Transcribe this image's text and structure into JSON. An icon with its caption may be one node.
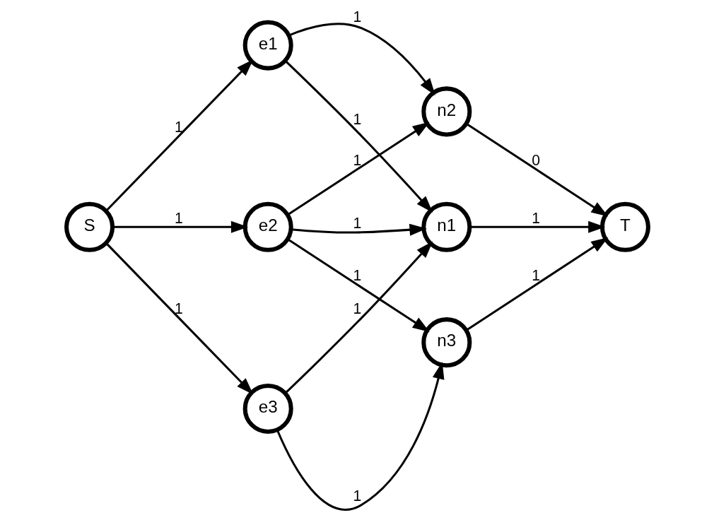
{
  "diagram": {
    "nodes": [
      {
        "text": [
          "S"
        ]
      },
      {
        "text": [
          "e1"
        ]
      },
      {
        "text": [
          "e2"
        ]
      },
      {
        "text": [
          "e3"
        ]
      },
      {
        "text": [
          "n1"
        ]
      },
      {
        "text": [
          "n2"
        ]
      },
      {
        "text": [
          "n3"
        ]
      },
      {
        "text": [
          "T"
        ]
      }
    ],
    "edges": [
      {
        "from": 0,
        "to": 1,
        "arrow": "to",
        "label": "1"
      },
      {
        "from": 0,
        "to": 2,
        "arrow": "to",
        "label": "1"
      },
      {
        "from": 0,
        "to": 3,
        "arrow": "to",
        "label": "1"
      },
      {
        "from": 1,
        "to": 4,
        "arrow": "to",
        "label": "1"
      },
      {
        "from": 1,
        "to": 5,
        "arrow": "to",
        "label": "1"
      },
      {
        "from": 2,
        "to": 4,
        "arrow": "to",
        "label": "1"
      },
      {
        "from": 2,
        "to": 5,
        "arrow": "to",
        "label": "1"
      },
      {
        "from": 2,
        "to": 6,
        "arrow": "to",
        "label": "1"
      },
      {
        "from": 3,
        "to": 4,
        "arrow": "to",
        "label": "1"
      },
      {
        "from": 3,
        "to": 6,
        "arrow": "to",
        "label": "1"
      },
      {
        "from": 4,
        "to": 7,
        "arrow": "to",
        "label": "1"
      },
      {
        "from": 5,
        "to": 7,
        "arrow": "to",
        "label": "0"
      },
      {
        "from": 6,
        "to": 7,
        "arrow": "to",
        "label": "1"
      }
    ]
  }
}
